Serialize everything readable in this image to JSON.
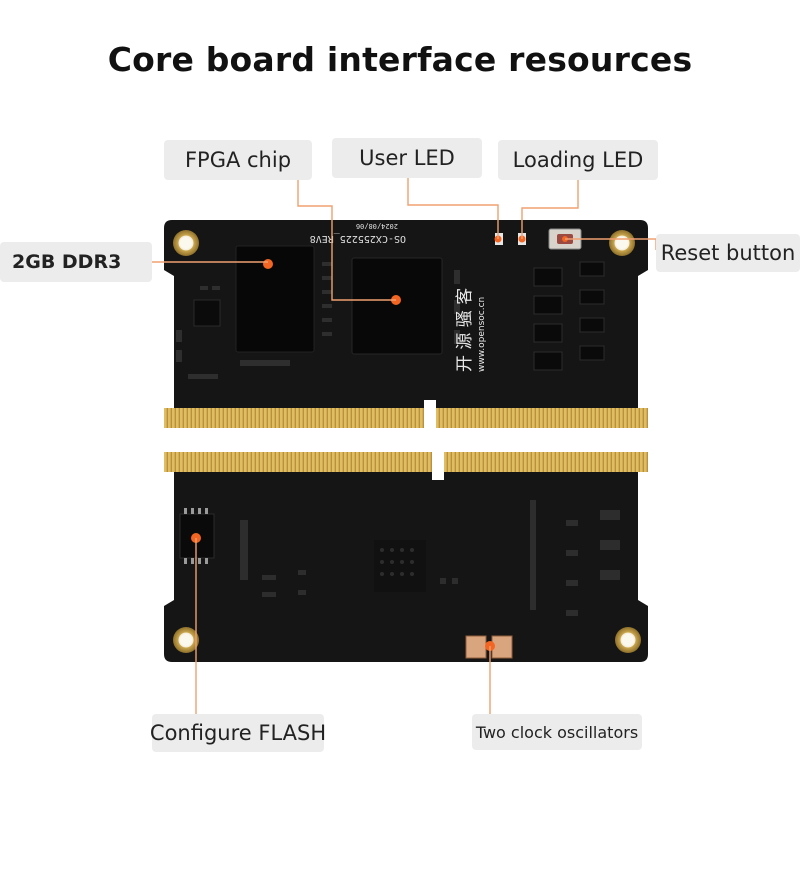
{
  "title": "Core board interface resources",
  "labels": {
    "fpga_chip": "FPGA chip",
    "user_led": "User LED",
    "loading_led": "Loading LED",
    "ddr3": "2GB DDR3",
    "reset_button": "Reset button",
    "configure_flash": "Configure FLASH",
    "clock_oscillators": "Two clock oscillators"
  },
  "silkscreen": {
    "date": "2024/08/06",
    "model": "OS-CX255225_REV8",
    "brand_cn": "开 源 骚 客",
    "url": "www.opensoc.cn"
  },
  "colors": {
    "accent": "#f26522",
    "leader_line": "#f0a070",
    "pcb": "#141414",
    "gold": "#c8a24a",
    "label_bg": "#ececec"
  }
}
